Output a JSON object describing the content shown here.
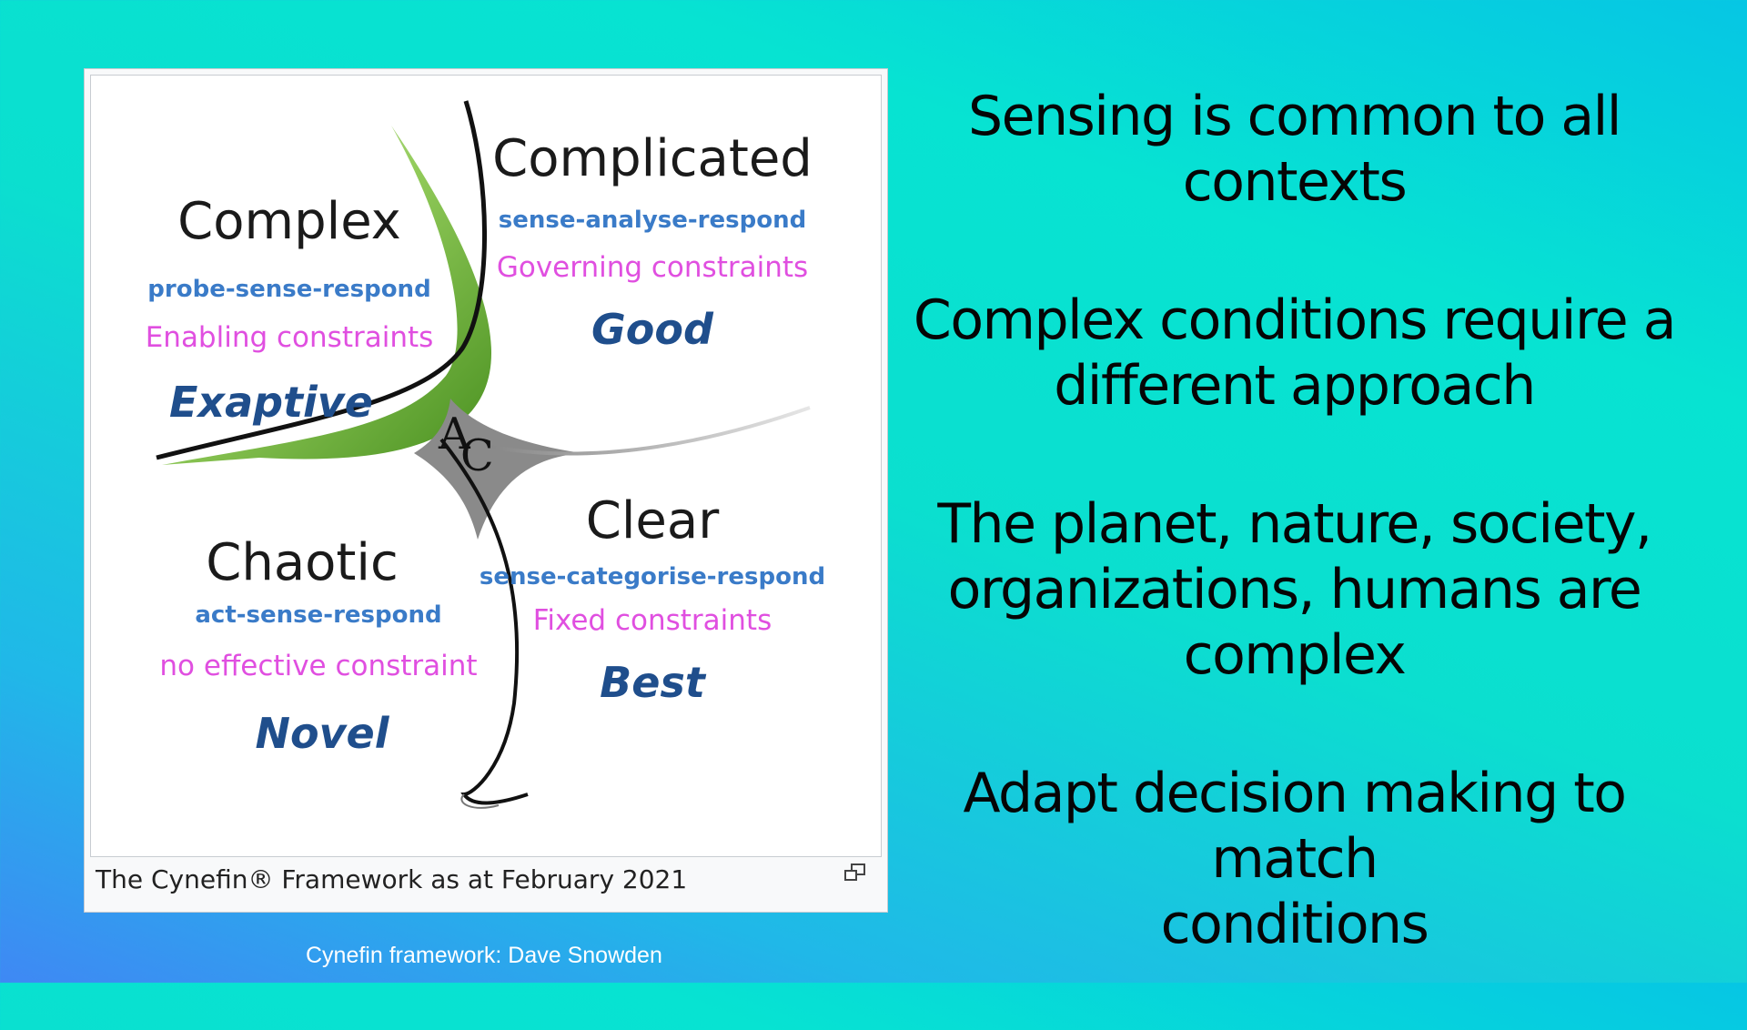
{
  "figure": {
    "domains": {
      "complicated": {
        "name": "Complicated",
        "approach": "sense-analyse-respond",
        "constraint": "Governing constraints",
        "practice": "Good"
      },
      "complex": {
        "name": "Complex",
        "approach": "probe-sense-respond",
        "constraint": "Enabling constraints",
        "practice": "Exaptive"
      },
      "chaotic": {
        "name": "Chaotic",
        "approach": "act-sense-respond",
        "constraint": "no effective constraint",
        "practice": "Novel"
      },
      "clear": {
        "name": "Clear",
        "approach": "sense-categorise-respond",
        "constraint": "Fixed constraints",
        "practice": "Best"
      }
    },
    "center_label": "A",
    "center_label_sub": "C",
    "caption": "The Cynefin® Framework as at February 2021"
  },
  "credit": "Cynefin framework: Dave Snowden",
  "points": [
    {
      "line1": "Sensing is common to all",
      "line2": "contexts"
    },
    {
      "line1": "Complex conditions require a",
      "line2": "different approach"
    },
    {
      "line1": "The planet, nature, society,",
      "line2": "organizations, humans are",
      "line3": "complex"
    },
    {
      "line1": "Adapt decision making to match",
      "line2": "conditions"
    }
  ],
  "colors": {
    "approach": "#3a7bc8",
    "constraint": "#e04fe0",
    "practice": "#1f4e8c",
    "green_band": "#5aaa1e"
  }
}
